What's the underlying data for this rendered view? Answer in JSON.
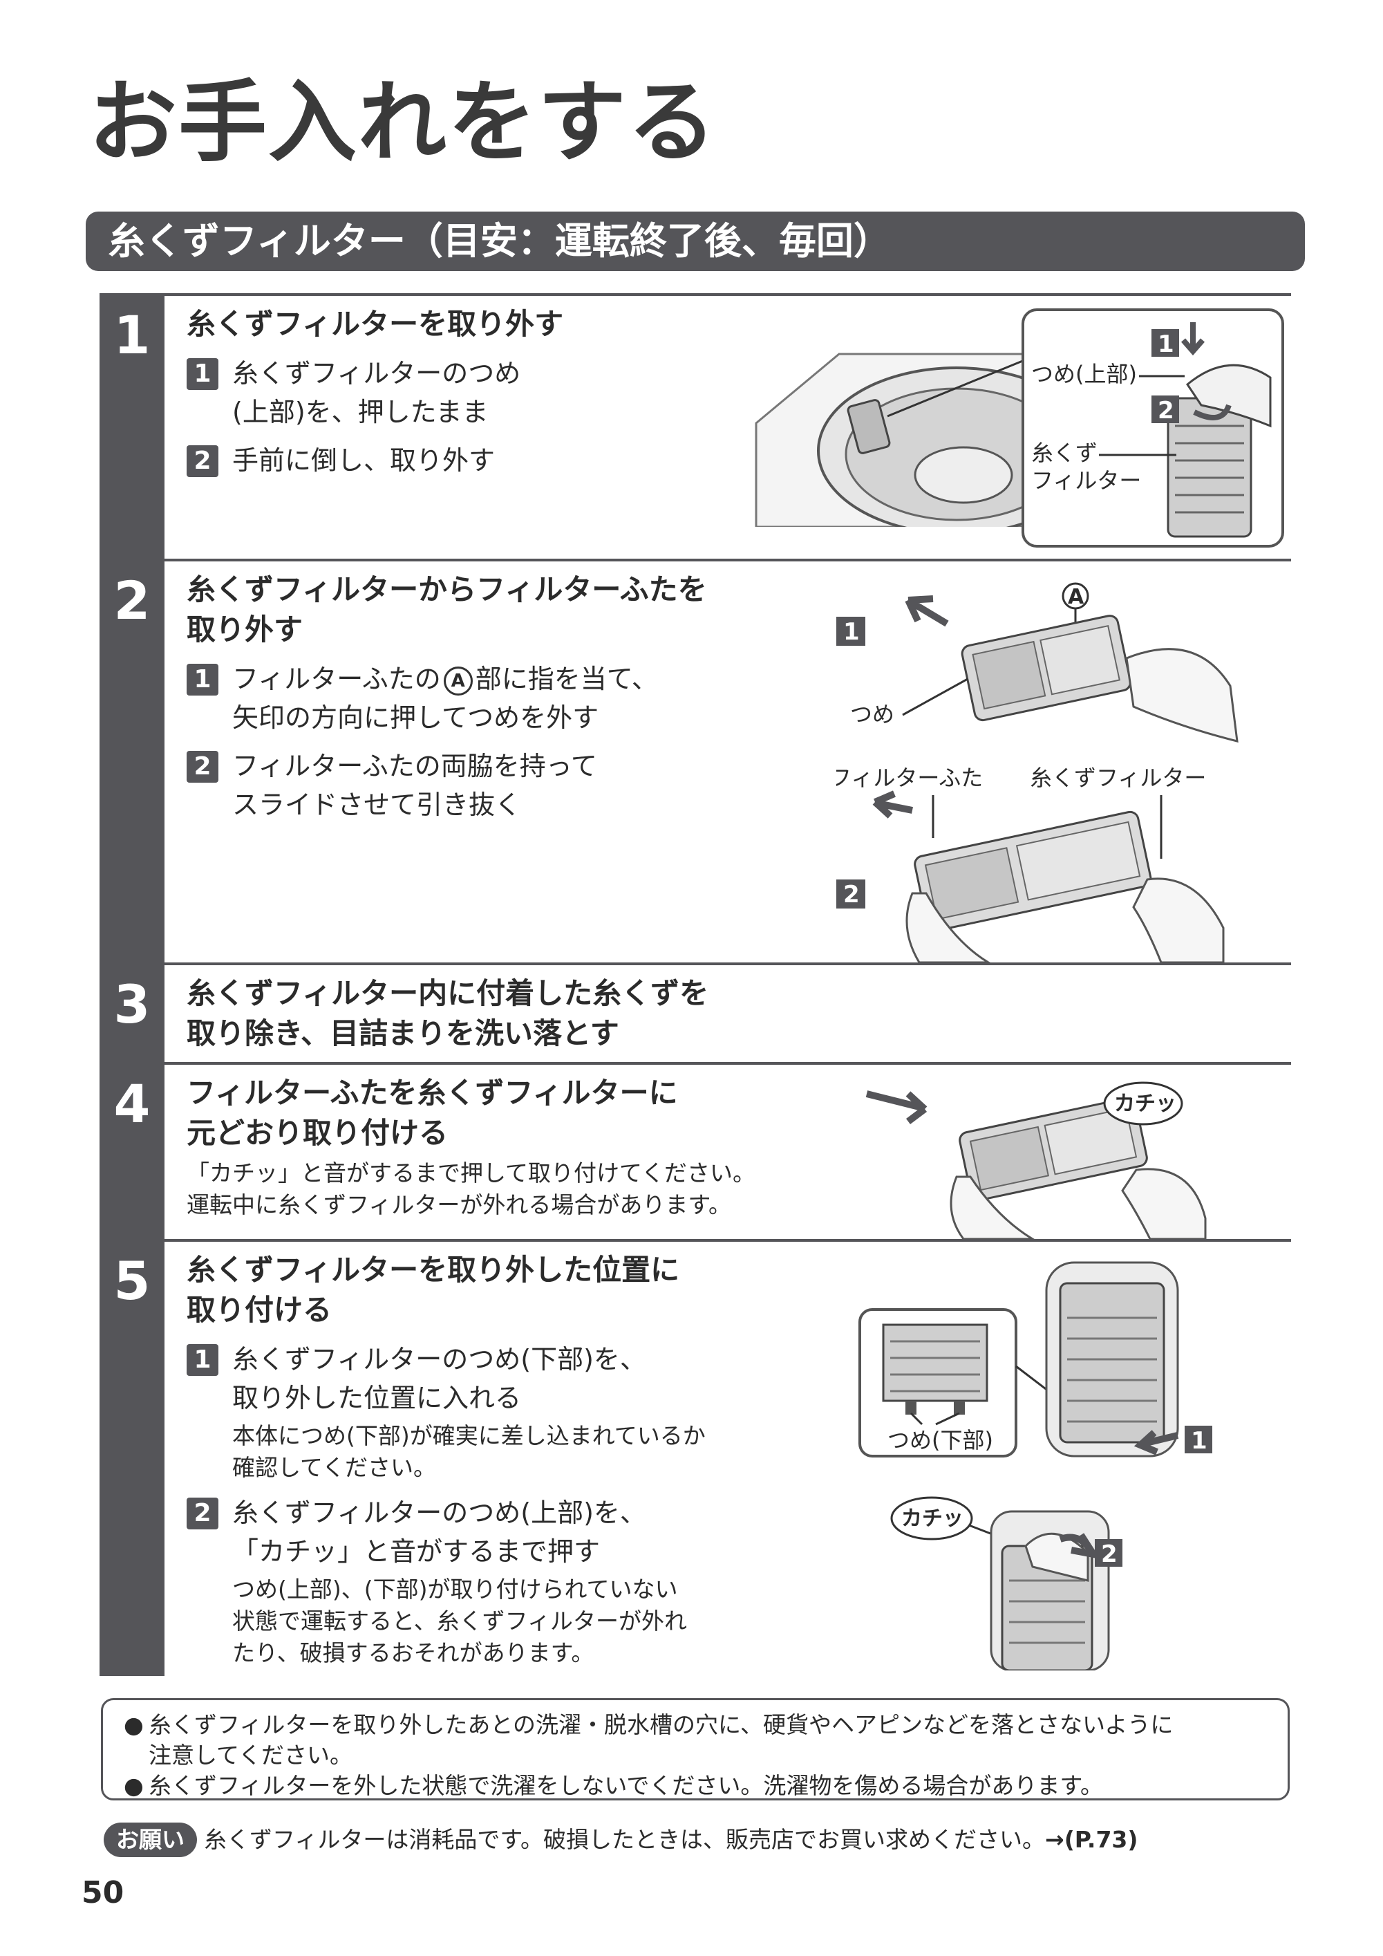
{
  "page": {
    "title": "お手入れをする",
    "section": "糸くずフィルター（目安：運転終了後、毎回）",
    "page_number": "50"
  },
  "steps": [
    {
      "num": "1",
      "title": "糸くずフィルターを取り外す",
      "subs": [
        {
          "n": "1",
          "text": "糸くずフィルターのつめ\n(上部)を、押したまま"
        },
        {
          "n": "2",
          "text": "手前に倒し、取り外す"
        }
      ],
      "labels": {
        "claw_top": "つめ(上部)",
        "filter": "糸くず\nフィルター",
        "n1": "1",
        "n2": "2"
      }
    },
    {
      "num": "2",
      "title": "糸くずフィルターからフィルターふたを\n取り外す",
      "subs": [
        {
          "n": "1",
          "text_a": "フィルターふたの",
          "mark": "A",
          "text_b": "部に指を当て、\n矢印の方向に押してつめを外す"
        },
        {
          "n": "2",
          "text": "フィルターふたの両脇を持って\nスライドさせて引き抜く"
        }
      ],
      "labels": {
        "mark": "A",
        "claw": "つめ",
        "cover": "フィルターふた",
        "filter": "糸くずフィルター",
        "n1": "1",
        "n2": "2"
      }
    },
    {
      "num": "3",
      "title": "糸くずフィルター内に付着した糸くずを\n取り除き、目詰まりを洗い落とす"
    },
    {
      "num": "4",
      "title": "フィルターふたを糸くずフィルターに\n元どおり取り付ける",
      "note": "「カチッ」と音がするまで押して取り付けてください。\n運転中に糸くずフィルターが外れる場合があります。",
      "labels": {
        "click": "カチッ"
      }
    },
    {
      "num": "5",
      "title": "糸くずフィルターを取り外した位置に\n取り付ける",
      "subs": [
        {
          "n": "1",
          "text": "糸くずフィルターのつめ(下部)を、\n取り外した位置に入れる",
          "note": "本体につめ(下部)が確実に差し込まれているか\n確認してください。"
        },
        {
          "n": "2",
          "text": "糸くずフィルターのつめ(上部)を、\n「カチッ」と音がするまで押す",
          "note": "つめ(上部)、(下部)が取り付けられていない\n状態で運転すると、糸くずフィルターが外れ\nたり、破損するおそれがあります。"
        }
      ],
      "labels": {
        "claw_bottom": "つめ(下部)",
        "click": "カチッ",
        "n1": "1",
        "n2": "2"
      }
    }
  ],
  "cautions": [
    "●",
    "糸くずフィルターを取り外したあとの洗濯・脱水槽の穴に、硬貨やヘアピンなどを落とさないように\n注意してください。",
    "糸くずフィルターを外した状態で洗濯をしないでください。洗濯物を傷める場合があります。"
  ],
  "request": {
    "tag": "お願い",
    "text": "糸くずフィルターは消耗品です。破損したときは、販売店でお買い求めください。",
    "ref": "→(P.73)"
  },
  "colors": {
    "dark": "#555559",
    "text": "#2b2b2b"
  }
}
